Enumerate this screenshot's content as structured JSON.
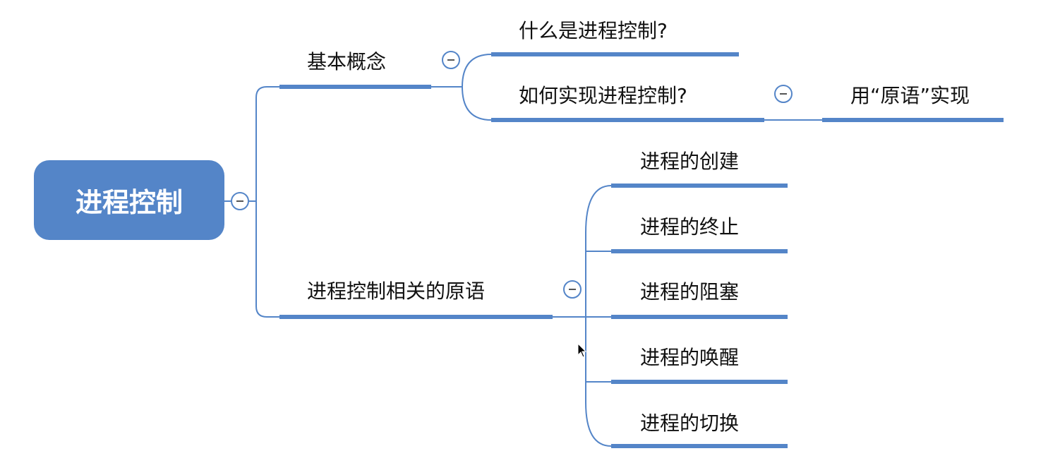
{
  "root": {
    "label": "进程控制"
  },
  "branches": [
    {
      "label": "基本概念",
      "children": [
        {
          "label": "什么是进程控制?"
        },
        {
          "label": "如何实现进程控制?",
          "children": [
            {
              "label": "用“原语”实现"
            }
          ]
        }
      ]
    },
    {
      "label": "进程控制相关的原语",
      "children": [
        {
          "label": "进程的创建"
        },
        {
          "label": "进程的终止"
        },
        {
          "label": "进程的阻塞"
        },
        {
          "label": "进程的唤醒"
        },
        {
          "label": "进程的切换"
        }
      ]
    }
  ],
  "colors": {
    "accent": "#5485c8"
  }
}
